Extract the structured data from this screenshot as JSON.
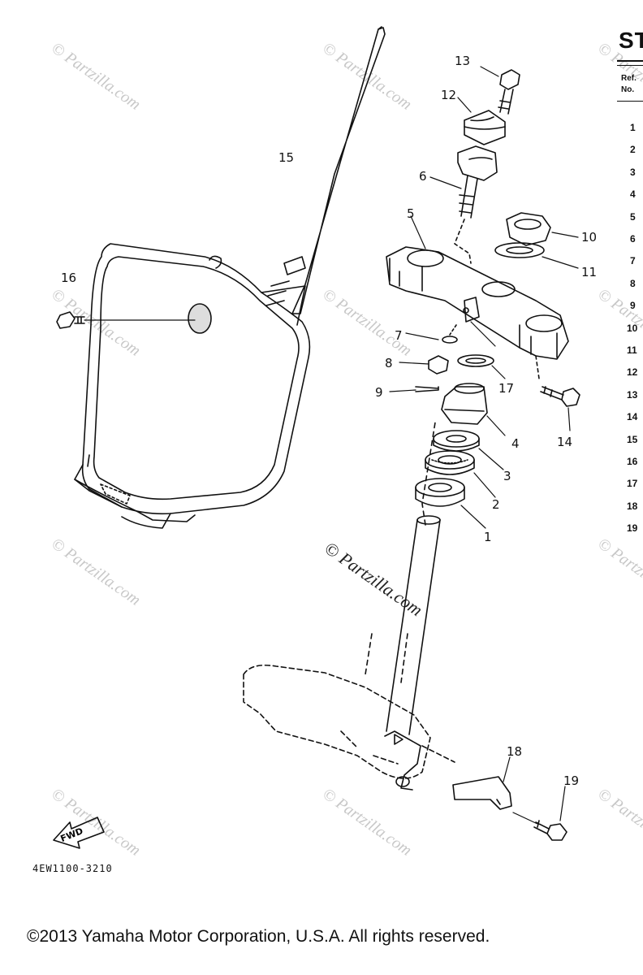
{
  "table": {
    "title": "ST",
    "ref_label": "Ref.",
    "no_label": "No.",
    "row_numbers": [
      "1",
      "2",
      "3",
      "4",
      "5",
      "6",
      "7",
      "8",
      "9",
      "10",
      "11",
      "12",
      "13",
      "14",
      "15",
      "16",
      "17",
      "18",
      "19"
    ]
  },
  "callouts": {
    "c1": "1",
    "c2": "2",
    "c3": "3",
    "c4": "4",
    "c5": "5",
    "c6": "6",
    "c7": "7",
    "c8": "8",
    "c9": "9",
    "c10": "10",
    "c11": "11",
    "c12": "12",
    "c13": "13",
    "c14": "14",
    "c15": "15",
    "c16": "16",
    "c17": "17",
    "c18": "18",
    "c19": "19"
  },
  "fwd_label": "FWD",
  "watermark_center": "© Partzilla.com",
  "watermark_text": "© Partzilla.com",
  "part_number": "4EW1100-3210",
  "copyright": "©2013  Yamaha Motor Corporation, U.S.A. All rights reserved."
}
